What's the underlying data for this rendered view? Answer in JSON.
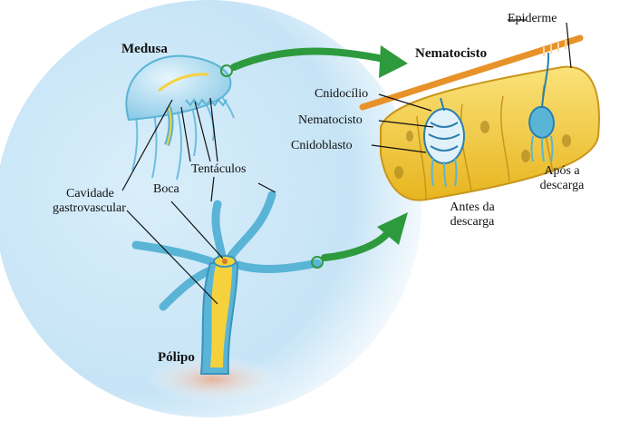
{
  "labels": {
    "medusa": "Medusa",
    "nematocisto_title": "Nematocisto",
    "epiderme": "Epiderme",
    "cnidocilio": "Cnidocílio",
    "nematocisto": "Nematocisto",
    "cnidoblasto": "Cnidoblasto",
    "apos_a": "Após a",
    "descarga_apos": "descarga",
    "antes_da": "Antes da",
    "descarga_antes": "descarga",
    "tentaculos": "Tentáculos",
    "boca": "Boca",
    "cavidade": "Cavidade",
    "gastrovascular": "gastrovascular",
    "polipo": "Pólipo"
  },
  "colors": {
    "water_blue": "#bfe0f4",
    "body_blue": "#5ab4d6",
    "gut_yellow": "#f5d23c",
    "cell_yellow": "#f2c530",
    "arrow_green": "#2e9a3e",
    "fiber_orange": "#e8922a"
  }
}
